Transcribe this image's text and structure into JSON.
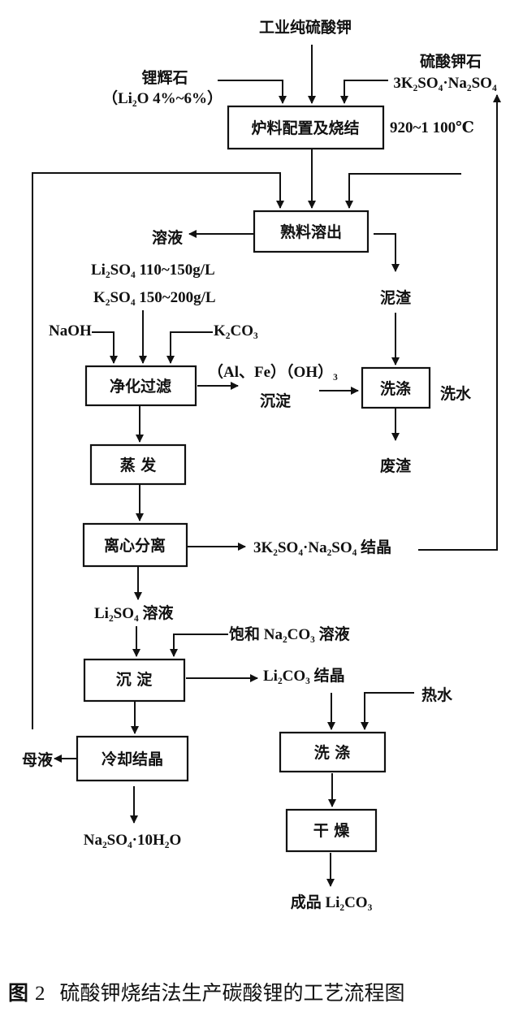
{
  "diagram": {
    "type": "process-flowchart",
    "nodes": [
      {
        "id": "sinter",
        "label": "炉料配置及烧结",
        "note": "920~1 100℃"
      },
      {
        "id": "leach",
        "label": "熟料溶出"
      },
      {
        "id": "purify",
        "label": "净化过滤"
      },
      {
        "id": "evap",
        "label": "蒸 发"
      },
      {
        "id": "centrifuge",
        "label": "离心分离"
      },
      {
        "id": "precip",
        "label": "沉 淀"
      },
      {
        "id": "cool",
        "label": "冷却结晶"
      },
      {
        "id": "wash_mud",
        "label": "洗涤"
      },
      {
        "id": "wash_prod",
        "label": "洗 涤"
      },
      {
        "id": "dry",
        "label": "干 燥"
      }
    ],
    "labels": {
      "industrial_k2so4": "工业纯硫酸钾",
      "spodumene": "锂辉石",
      "spodumene_grade": "（Li₂O  4%~6%）",
      "glaserite": "硫酸钾石",
      "glaserite_formula": "3K₂SO₄·Na₂SO₄",
      "solution": "溶液",
      "li2so4_conc": "Li₂SO₄  110~150g/L",
      "k2so4_conc": "K₂SO₄  150~200g/L",
      "mud": "泥渣",
      "naoh": "NaOH",
      "k2co3": "K₂CO₃",
      "hydroxide_ppt": "（Al、Fe）（OH）₃",
      "precipitate": "沉淀",
      "wash_water": "洗水",
      "waste_residue": "废渣",
      "glaserite_crystal": "3K₂SO₄·Na₂SO₄ 结晶",
      "li2so4_solution": "Li₂SO₄ 溶液",
      "sat_na2co3": "饱和 Na₂CO₃ 溶液",
      "li2co3_crystal": "Li₂CO₃ 结晶",
      "hot_water": "热水",
      "mother_liquor": "母液",
      "glauber_salt": "Na₂SO₄·10H₂O",
      "product": "成品 Li₂CO₃"
    }
  },
  "caption": {
    "prefix": "图",
    "number": "2",
    "text": "硫酸钾烧结法生产碳酸锂的工艺流程图"
  }
}
